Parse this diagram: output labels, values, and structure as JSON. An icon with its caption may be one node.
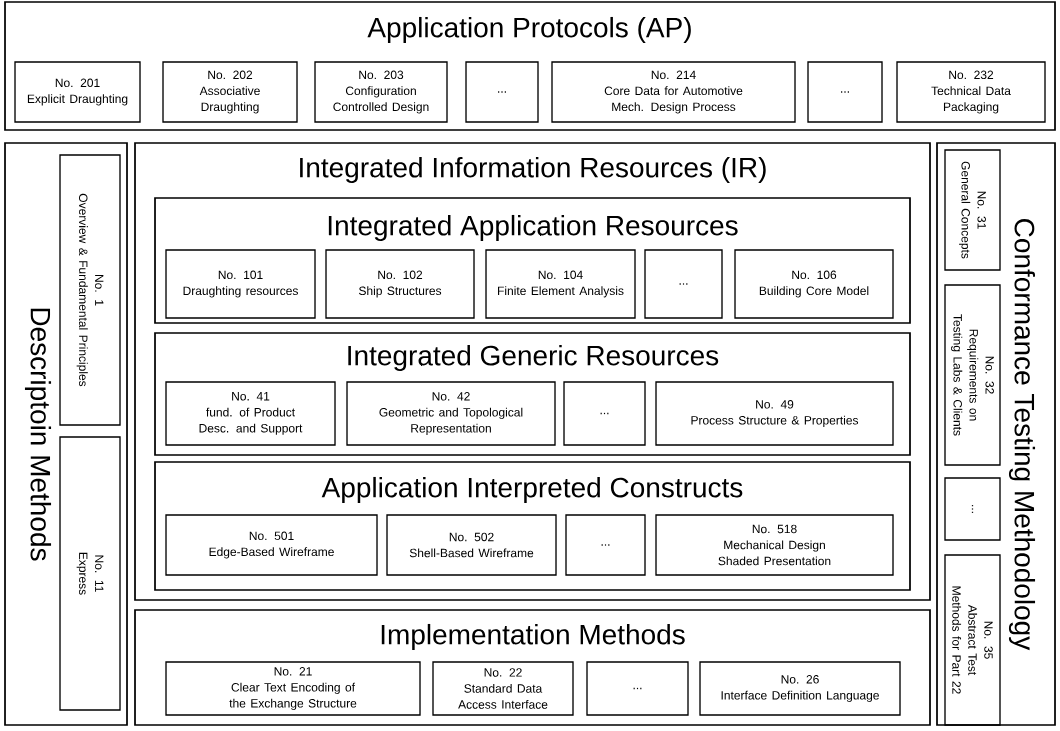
{
  "diagram": {
    "nodes": [
      {
        "text": [
          "Application Protocols (AP)"
        ]
      },
      {
        "text": [
          "No. 201",
          "Explicit Draughting"
        ],
        "in": 0
      },
      {
        "text": [
          "No. 202",
          "Associative Draughting"
        ],
        "in": 0
      },
      {
        "text": [
          "No. 203",
          "Configuration Controlled Design"
        ],
        "in": 0
      },
      {
        "text": [
          "..."
        ],
        "in": 0
      },
      {
        "text": [
          "No. 214",
          "Core Data for Automotive Mech. Design Process"
        ],
        "in": 0
      },
      {
        "text": [
          "..."
        ],
        "in": 0
      },
      {
        "text": [
          "No. 232",
          "Technical Data Packaging"
        ],
        "in": 0
      },
      {
        "text": [
          "Descriptoin Methods"
        ]
      },
      {
        "text": [
          "No. 1",
          "Overview & Fundamental Principles"
        ],
        "in": 8
      },
      {
        "text": [
          "No. 11",
          "Express"
        ],
        "in": 8
      },
      {
        "text": [
          "Integrated Information Resources (IR)"
        ]
      },
      {
        "text": [
          "Integrated Application Resources"
        ],
        "in": 11
      },
      {
        "text": [
          "No. 101",
          "Draughting resources"
        ],
        "in": 12
      },
      {
        "text": [
          "No. 102",
          "Ship Structures"
        ],
        "in": 12
      },
      {
        "text": [
          "No. 104",
          "Finite Element Analysis"
        ],
        "in": 12
      },
      {
        "text": [
          "..."
        ],
        "in": 12
      },
      {
        "text": [
          "No. 106",
          "Building Core Model"
        ],
        "in": 12
      },
      {
        "text": [
          "Integrated Generic Resources"
        ],
        "in": 11
      },
      {
        "text": [
          "No. 41",
          "fund. of Product Desc. and Support"
        ],
        "in": 18
      },
      {
        "text": [
          "No. 42",
          "Geometric and Topological Representation"
        ],
        "in": 18
      },
      {
        "text": [
          "..."
        ],
        "in": 18
      },
      {
        "text": [
          "No. 49",
          "Process Structure & Properties"
        ],
        "in": 18
      },
      {
        "text": [
          "Application Interpreted Constructs"
        ],
        "in": 11
      },
      {
        "text": [
          "No. 501",
          "Edge-Based Wireframe"
        ],
        "in": 23
      },
      {
        "text": [
          "No. 502",
          "Shell-Based Wireframe"
        ],
        "in": 23
      },
      {
        "text": [
          "..."
        ],
        "in": 23
      },
      {
        "text": [
          "No. 518",
          "Mechanical Design Shaded Presentation"
        ],
        "in": 23
      },
      {
        "text": [
          "Implementation Methods"
        ]
      },
      {
        "text": [
          "No. 21",
          "Clear Text Encoding of the Exchange Structure"
        ],
        "in": 28
      },
      {
        "text": [
          "No. 22",
          "Standard Data Access Interface"
        ],
        "in": 28
      },
      {
        "text": [
          "..."
        ],
        "in": 28
      },
      {
        "text": [
          "No. 26",
          "Interface Definition Language"
        ],
        "in": 28
      },
      {
        "text": [
          "Conformance Testing Methodology"
        ]
      },
      {
        "text": [
          "No. 31",
          "General Concepts"
        ],
        "in": 33
      },
      {
        "text": [
          "No. 32",
          "Requirements on Testing Labs & Clients"
        ],
        "in": 33
      },
      {
        "text": [
          "..."
        ],
        "in": 33
      },
      {
        "text": [
          "No. 35",
          "Abstract Test Methods for Part 22"
        ],
        "in": 33
      }
    ]
  }
}
